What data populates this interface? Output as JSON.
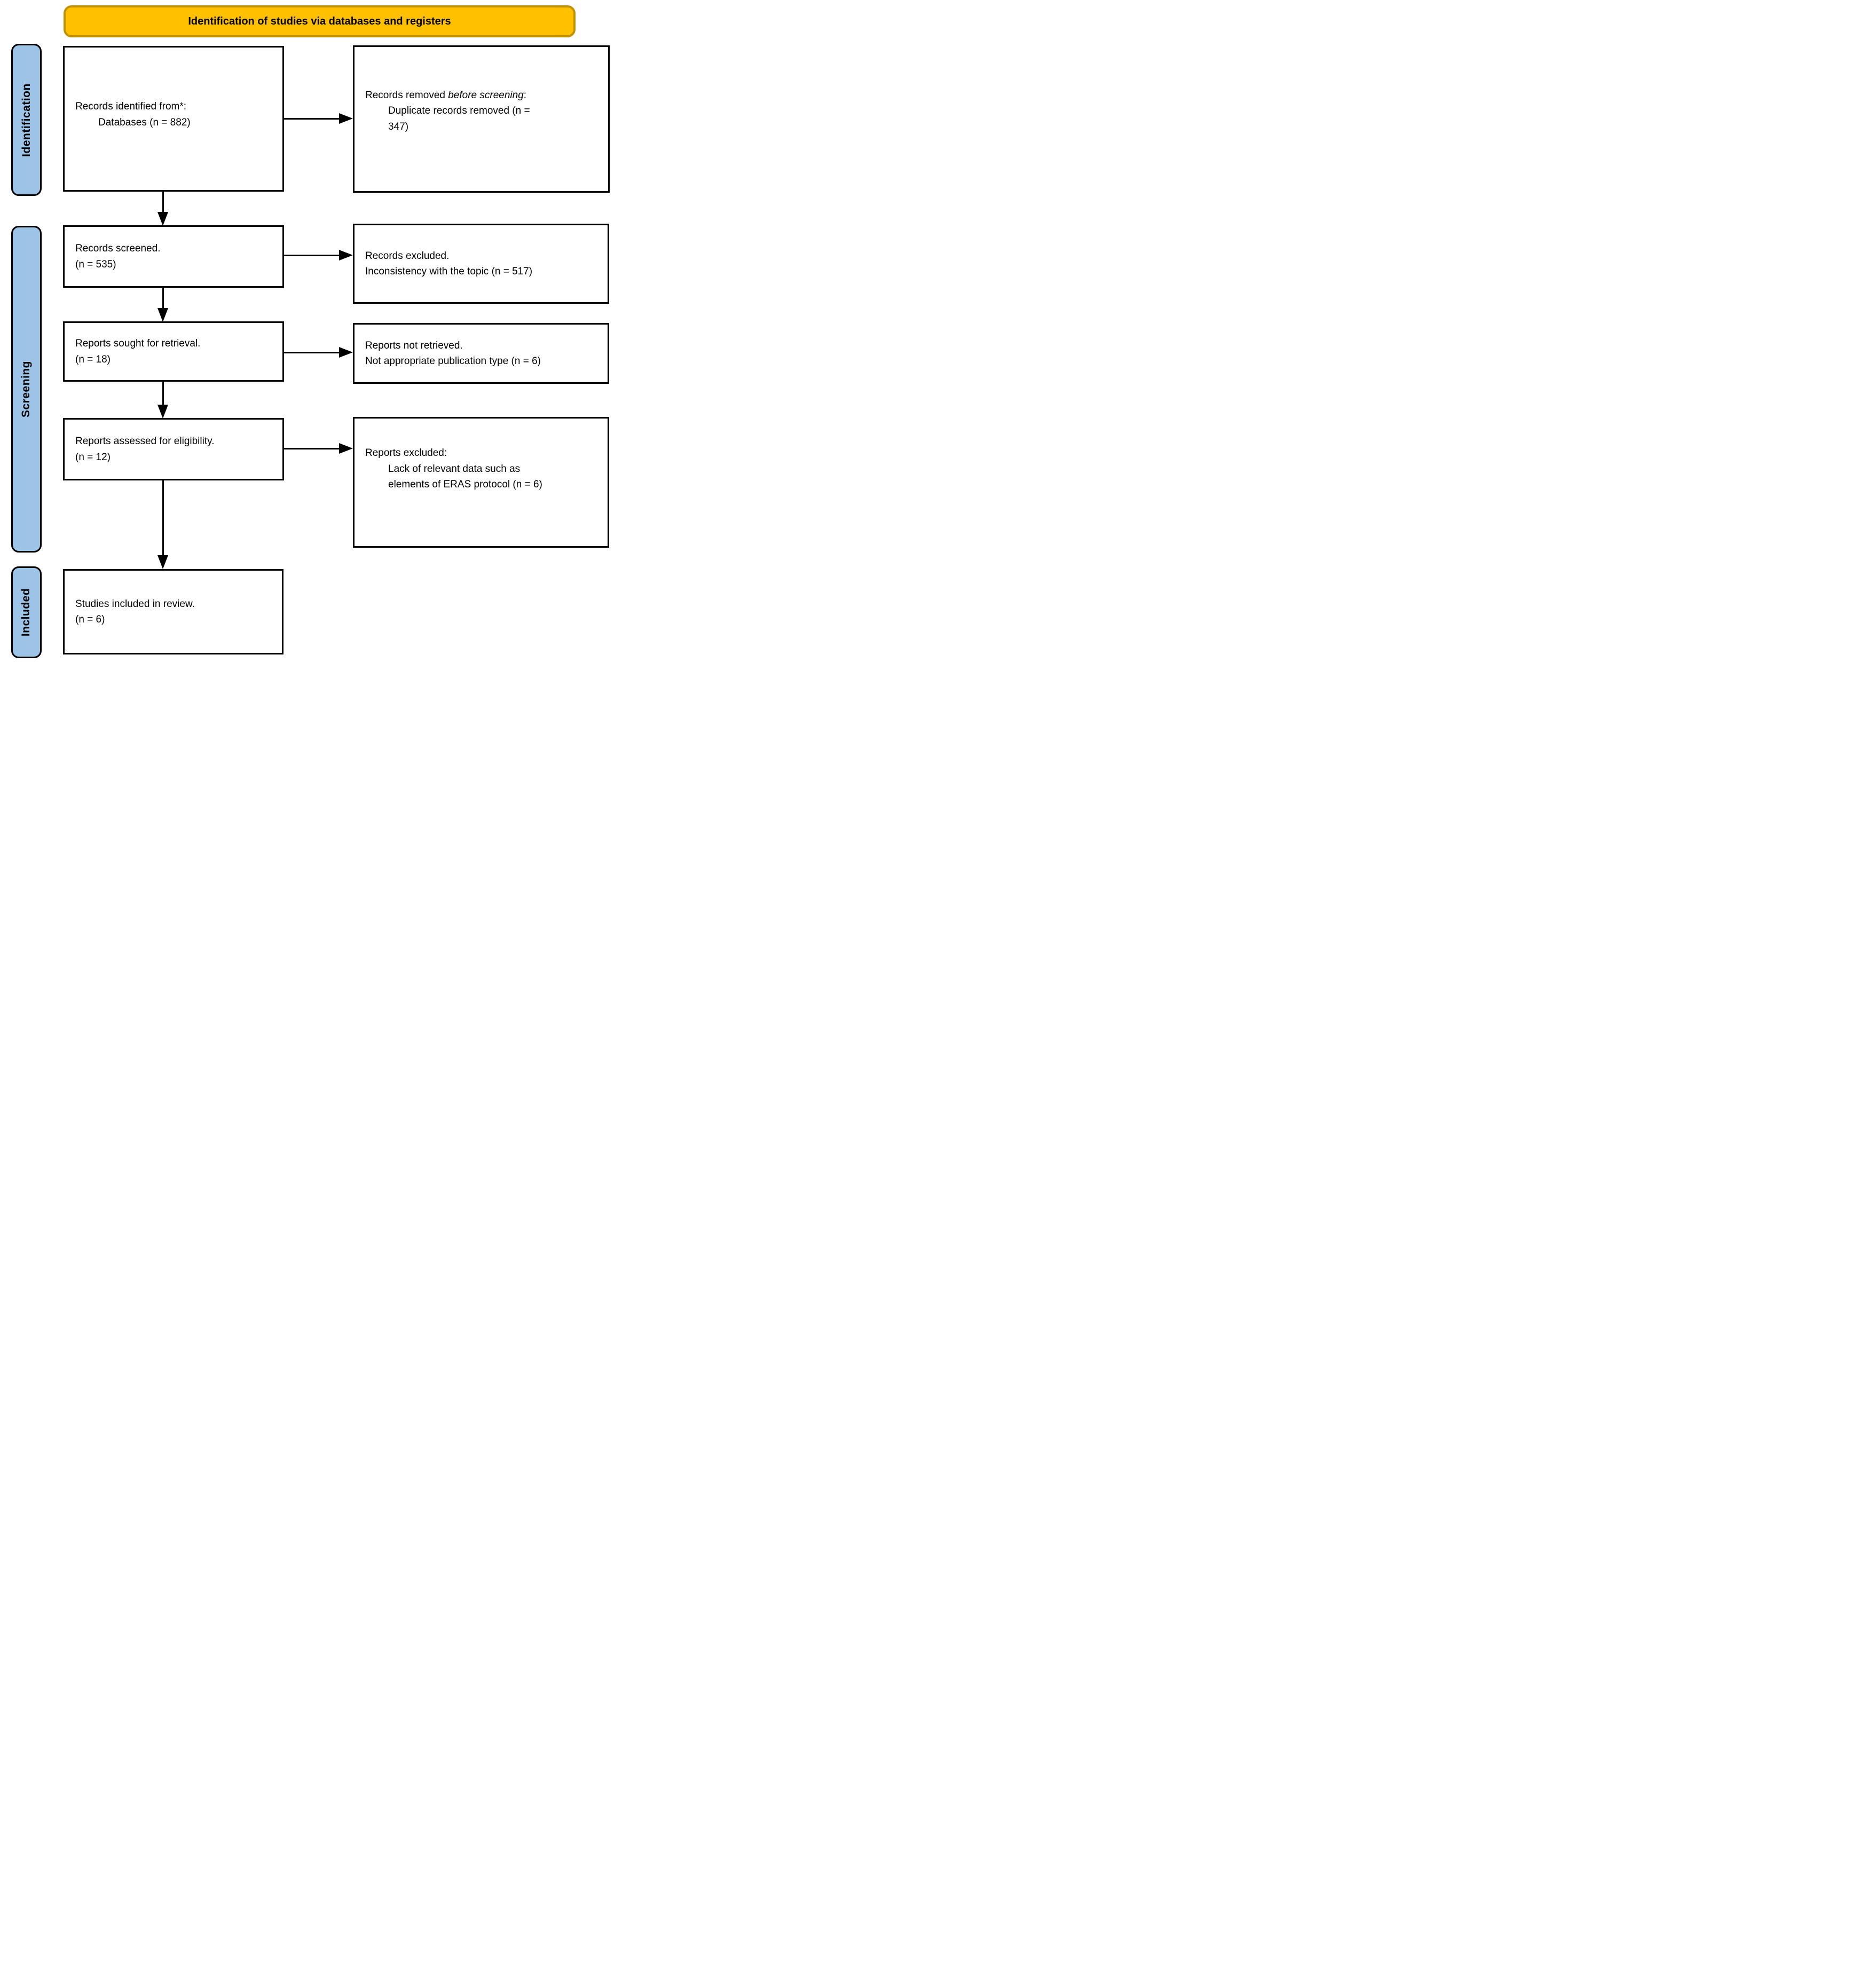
{
  "banner": {
    "label": "Identification of studies via databases and registers"
  },
  "stages": {
    "identification": "Identification",
    "screening": "Screening",
    "included": "Included"
  },
  "boxes": {
    "records_identified": {
      "line1": "Records identified from*:",
      "line2": "Databases (n = 882)"
    },
    "records_removed": {
      "line1_pre": "Records removed ",
      "line1_italic": "before screening",
      "line1_post": ":",
      "line2": "Duplicate records removed (n =",
      "line3": "347)"
    },
    "records_screened": {
      "line1": "Records screened.",
      "line2": "(n = 535)"
    },
    "records_excluded": {
      "line1": "Records excluded.",
      "line2": "Inconsistency with the topic (n = 517)"
    },
    "reports_sought": {
      "line1": "Reports sought for retrieval.",
      "line2": "(n = 18)"
    },
    "reports_not_retrieved": {
      "line1": "Reports not retrieved.",
      "line2": "Not appropriate publication type (n = 6)"
    },
    "reports_assessed": {
      "line1": "Reports assessed for eligibility.",
      "line2": "(n = 12)"
    },
    "reports_excluded": {
      "line1": "Reports excluded:",
      "line2": "Lack of relevant data such as",
      "line3": "elements of ERAS protocol (n = 6)"
    },
    "studies_included": {
      "line1": "Studies included in review.",
      "line2": "(n = 6)"
    }
  },
  "colors": {
    "banner_fill": "#FFC000",
    "banner_border": "#BF9000",
    "stage_fill": "#9DC3E6",
    "box_border": "#000000",
    "arrow": "#000000"
  }
}
